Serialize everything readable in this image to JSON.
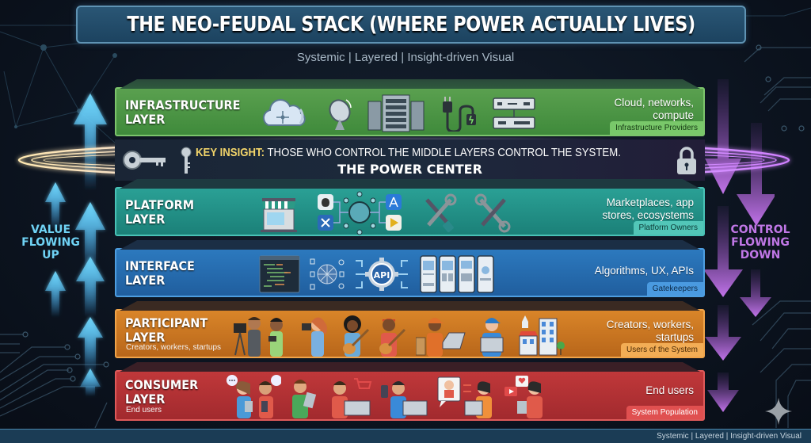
{
  "header": {
    "title": "THE NEO-FEUDAL STACK (WHERE POWER ACTUALLY LIVES)",
    "subtitle": "Systemic | Layered | Insight-driven Visual"
  },
  "layers": [
    {
      "id": "infrastructure",
      "name_line1": "INFRASTRUCTURE",
      "name_line2": "LAYER",
      "sublabel": "",
      "description": "Cloud, networks, compute",
      "description_line1": "Cloud, networks,",
      "description_line2": "compute",
      "badge": "Infrastructure Providers",
      "color": "#4f9945",
      "icons": [
        "cloud-network-icon",
        "satellite-dish-icon",
        "satellite-dish-icon",
        "server-rack-icon",
        "power-plug-icon",
        "network-switch-icon"
      ]
    },
    {
      "id": "platform",
      "name_line1": "PLATFORM",
      "name_line2": "LAYER",
      "sublabel": "",
      "description": "Marketplaces, app stores, ecosystems",
      "description_line1": "Marketplaces, app",
      "description_line2": "stores, ecosystems",
      "badge": "Platform Owners",
      "color": "#23958b",
      "icons": [
        "storefront-icon",
        "apple-icon",
        "app-store-icon",
        "hub-network-icon",
        "play-store-icon",
        "tools-icon",
        "tools-icon"
      ]
    },
    {
      "id": "interface",
      "name_line1": "INTERFACE",
      "name_line2": "LAYER",
      "sublabel": "",
      "description": "Algorithms, UX, APIs",
      "description_line1": "Algorithms, UX, APIs",
      "description_line2": "",
      "badge": "Gatekeepers",
      "color": "#276cb0",
      "api_label": "API",
      "icons": [
        "code-editor-icon",
        "circuit-brain-icon",
        "api-gear-icon",
        "phone-wireframe-icon"
      ]
    },
    {
      "id": "participant",
      "name_line1": "PARTICIPANT",
      "name_line2": "LAYER",
      "sublabel": "Creators, workers, startups",
      "description": "Creators, workers, startups",
      "description_line1": "Creators, workers,",
      "description_line2": "startups",
      "badge": "Users of the System",
      "color": "#cc7622",
      "icons": [
        "videographer-icon",
        "photographer-icon",
        "musician-icon",
        "delivery-worker-icon",
        "remote-worker-icon",
        "startup-buildings-icon"
      ]
    },
    {
      "id": "consumer",
      "name_line1": "CONSUMER",
      "name_line2": "LAYER",
      "sublabel": "End users",
      "description": "End users",
      "description_line1": "End users",
      "description_line2": "",
      "badge": "System Population",
      "color": "#b03234",
      "icons": [
        "chat-user-icon",
        "tablet-user-icon",
        "shopping-user-icon",
        "phone-user-icon",
        "video-call-user-icon",
        "social-media-user-icon"
      ]
    }
  ],
  "insight": {
    "prefix": "KEY INSIGHT:",
    "text": "THOSE WHO CONTROL THE MIDDLE LAYERS CONTROL THE SYSTEM.",
    "power_center": "THE POWER CENTER"
  },
  "flows": {
    "left": {
      "line1": "VALUE",
      "line2": "FLOWING",
      "line3": "UP",
      "color": "#5cc8f2"
    },
    "right": {
      "line1": "CONTROL",
      "line2": "FLOWING",
      "line3": "DOWN",
      "color": "#b866de"
    }
  },
  "footer": {
    "text": "Systemic | Layered | Insight-driven Visual"
  },
  "colors": {
    "background": "#0c1420",
    "title_box": "#234b6a",
    "insight_gold": "#f3d56a",
    "value_arrow": "#5cc8f2",
    "control_arrow": "#b866de"
  }
}
